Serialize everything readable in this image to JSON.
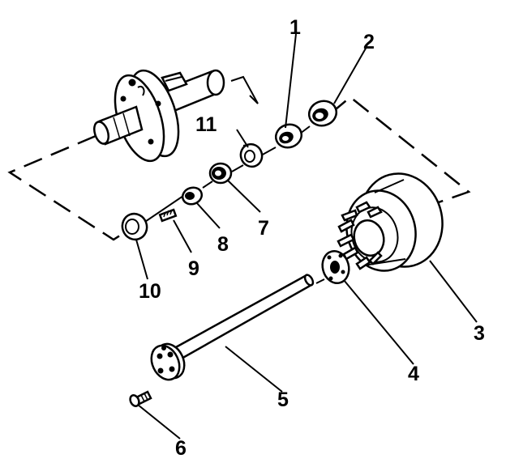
{
  "diagram": {
    "callouts": [
      {
        "id": "c1",
        "text": "1"
      },
      {
        "id": "c2",
        "text": "2"
      },
      {
        "id": "c3",
        "text": "3"
      },
      {
        "id": "c4",
        "text": "4"
      },
      {
        "id": "c5",
        "text": "5"
      },
      {
        "id": "c6",
        "text": "6"
      },
      {
        "id": "c7",
        "text": "7"
      },
      {
        "id": "c8",
        "text": "8"
      },
      {
        "id": "c9",
        "text": "9"
      },
      {
        "id": "c10",
        "text": "10"
      },
      {
        "id": "c11",
        "text": "11"
      }
    ]
  }
}
